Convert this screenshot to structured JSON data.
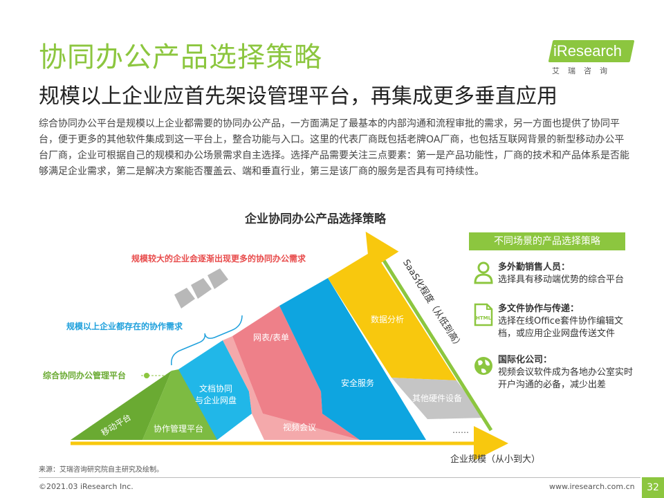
{
  "page": {
    "title": "协同办公产品选择策略",
    "subtitle": "规模以上企业应首先架设管理平台，再集成更多垂直应用",
    "intro": "综合协同办公平台是规模以上企业都需要的协同办公产品，一方面满足了最基本的内部沟通和流程审批的需求，另一方面也提供了协同平台，便于更多的其他软件集成到这一平台上，整合功能与入口。这里的代表厂商既包括老牌OA厂商，也包括互联网背景的新型移动办公平台厂商，企业可根据自己的规模和办公场景需求自主选择。选择产品需要关注三点要素：第一是产品功能性，厂商的技术和产品体系是否能够满足企业需求，第二是解决方案能否覆盖云、端和垂直行业，第三是该厂商的服务是否具有可持续性。"
  },
  "logo": {
    "text": "iResearch",
    "cn": "艾瑞咨询"
  },
  "diagram": {
    "title": "企业协同办公产品选择策略",
    "annotations": {
      "large_enterprise": "规模较大的企业会逐渐出现更多的协同办公需求",
      "above_scale": "规模以上企业都存在的协作需求",
      "base_platform": "综合协同办公管理平台"
    },
    "axis": {
      "x_label": "企业规模（从小到大）",
      "y_label": "SaaS化程度（从低到高）"
    },
    "bands": [
      {
        "label": "移动平台",
        "color": "#6aaa32"
      },
      {
        "label": "协作管理平台",
        "color": "#7dbb42"
      },
      {
        "label_line1": "文档协同",
        "label_line2": "与企业网盘",
        "color": "#21b7e8"
      },
      {
        "label": "视频会议",
        "color": "#f4a9ab"
      },
      {
        "label": "网表/表单",
        "color": "#ee8089"
      },
      {
        "label": "安全服务",
        "color": "#0ea5e0"
      },
      {
        "label": "数据分析",
        "color": "#f8c80e"
      },
      {
        "label": "其他硬件设备",
        "color": "#c5c5c5"
      }
    ],
    "ellipsis": "……"
  },
  "panel": {
    "title": "不同场景的产品选择策略",
    "items": [
      {
        "heading": "多外勤销售人员：",
        "body": "选择具有移动端优势的综合平台",
        "icon": "person-icon"
      },
      {
        "heading": "多文件协作与传递：",
        "body": "选择在线Office套件协作编辑文档，或应用企业网盘传送文件",
        "icon": "html-document-icon"
      },
      {
        "heading": "国际化公司：",
        "body": "视频会议软件成为各地办公室实时开户沟通的必备，减少出差",
        "icon": "globe-icon"
      }
    ],
    "html_icon_text": "HTML"
  },
  "footer": {
    "source": "来源：艾瑞咨询研究院自主研究及绘制。",
    "copyright": "©2021.03 iResearch Inc.",
    "site": "www.iresearch.com.cn",
    "page_number": "32"
  },
  "colors": {
    "accent_green": "#8cc63f",
    "axis_yellow": "#f8c80e",
    "annotation_red": "#e84c4c",
    "annotation_blue": "#1ea0dc"
  }
}
